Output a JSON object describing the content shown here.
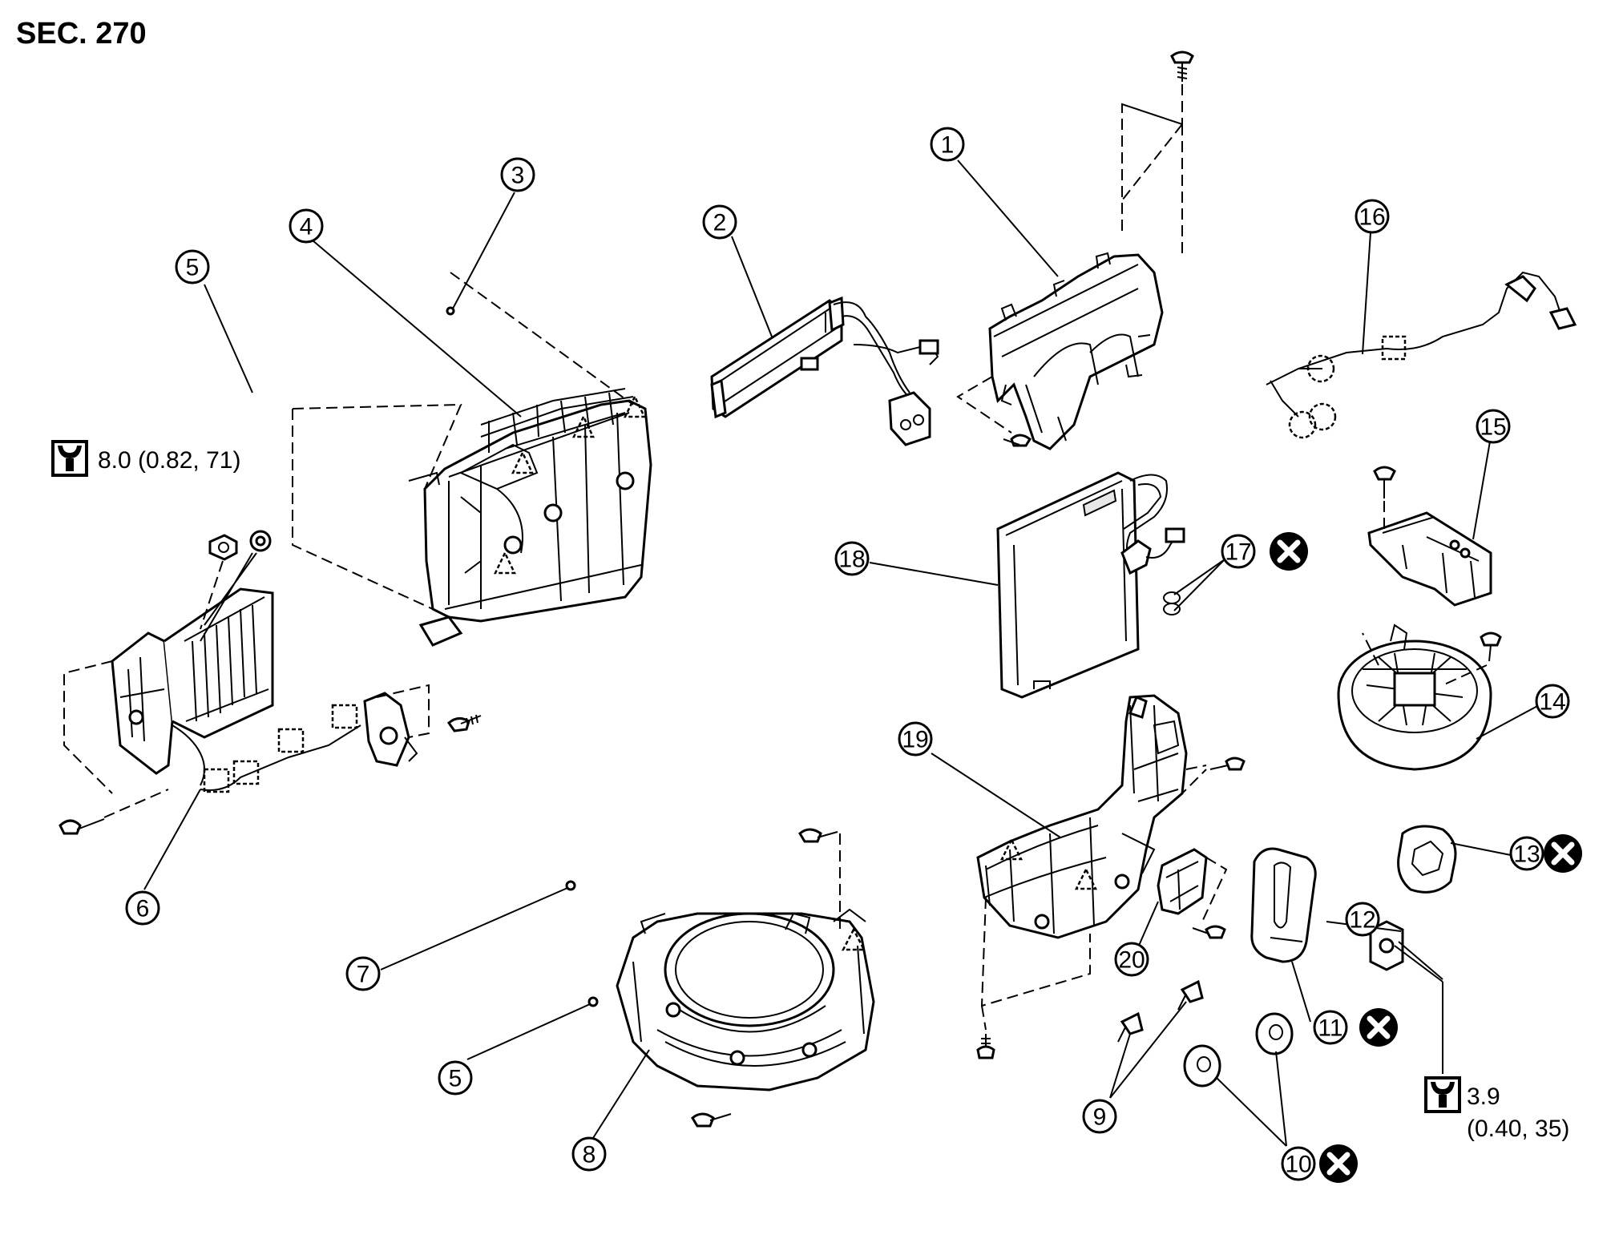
{
  "section": {
    "label": "SEC. 270"
  },
  "torque_specs": [
    {
      "line1": "8.0 (0.82, 71)"
    },
    {
      "line1": "3.9",
      "line2": "(0.40, 35)"
    }
  ],
  "callouts": [
    {
      "num": "1"
    },
    {
      "num": "2"
    },
    {
      "num": "3"
    },
    {
      "num": "4"
    },
    {
      "num": "5"
    },
    {
      "num": "5"
    },
    {
      "num": "6"
    },
    {
      "num": "7"
    },
    {
      "num": "8"
    },
    {
      "num": "9"
    },
    {
      "num": "10"
    },
    {
      "num": "11"
    },
    {
      "num": "12"
    },
    {
      "num": "13"
    },
    {
      "num": "14"
    },
    {
      "num": "15"
    },
    {
      "num": "16"
    },
    {
      "num": "17"
    },
    {
      "num": "18"
    },
    {
      "num": "19"
    },
    {
      "num": "20"
    }
  ],
  "icons": {
    "torque": "torque-wrench-icon",
    "do_not_reuse": "do-not-reuse-x-icon",
    "clip_marker": "clip-marker-icon"
  }
}
